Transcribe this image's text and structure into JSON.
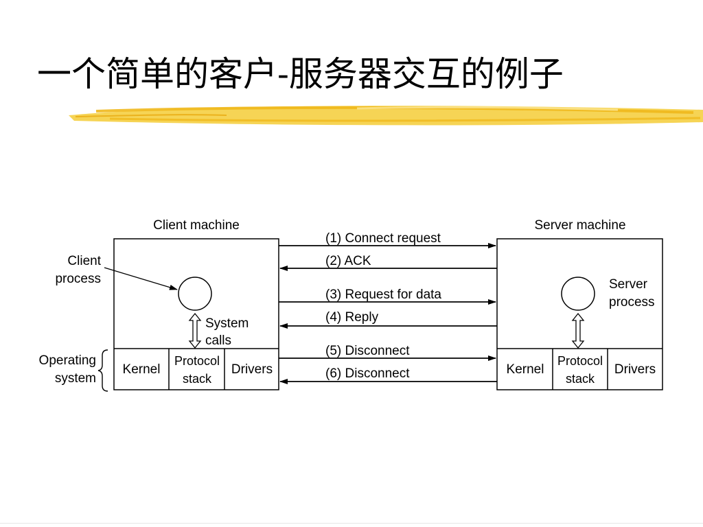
{
  "slide": {
    "title": "一个简单的客户-服务器交互的例子"
  },
  "diagram": {
    "client": {
      "machine_label": "Client machine",
      "process_label_line1": "Client",
      "process_label_line2": "process",
      "syscalls_line1": "System",
      "syscalls_line2": "calls",
      "os_label_line1": "Operating",
      "os_label_line2": "system",
      "kernel": "Kernel",
      "protocol_line1": "Protocol",
      "protocol_line2": "stack",
      "drivers": "Drivers"
    },
    "server": {
      "machine_label": "Server machine",
      "process_label_line1": "Server",
      "process_label_line2": "process",
      "kernel": "Kernel",
      "protocol_line1": "Protocol",
      "protocol_line2": "stack",
      "drivers": "Drivers"
    },
    "messages": [
      {
        "label": "(1) Connect request",
        "direction": "to-server"
      },
      {
        "label": "(2) ACK",
        "direction": "to-client"
      },
      {
        "label": "(3) Request for data",
        "direction": "to-server"
      },
      {
        "label": "(4) Reply",
        "direction": "to-client"
      },
      {
        "label": "(5) Disconnect",
        "direction": "to-server"
      },
      {
        "label": "(6) Disconnect",
        "direction": "to-client"
      }
    ],
    "colors": {
      "line": "#000000",
      "highlight": "#f2c230"
    }
  }
}
